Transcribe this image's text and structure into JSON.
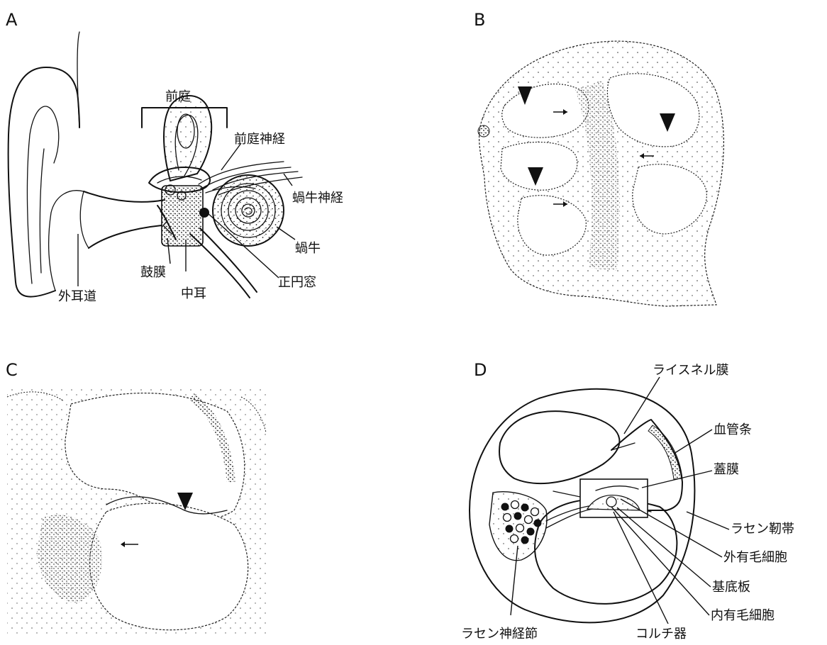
{
  "panels": {
    "a": {
      "letter": "A",
      "labels": {
        "vestibule": "前庭",
        "vestibular_nerve": "前庭神経",
        "cochlear_nerve": "蝸牛神経",
        "cochlea": "蝸牛",
        "tympanic_membrane": "鼓膜",
        "round_window": "正円窓",
        "middle_ear": "中耳",
        "external_auditory_canal": "外耳道"
      }
    },
    "b": {
      "letter": "B"
    },
    "c": {
      "letter": "C"
    },
    "d": {
      "letter": "D",
      "labels": {
        "reissner_membrane": "ライスネル膜",
        "stria_vascularis": "血管条",
        "tectorial_membrane": "蓋膜",
        "spiral_ligament": "ラセン靭帯",
        "outer_hair_cells": "外有毛細胞",
        "basilar_membrane": "基底板",
        "inner_hair_cell": "内有毛細胞",
        "spiral_ganglion": "ラセン神経節",
        "organ_of_corti": "コルチ器"
      }
    }
  }
}
